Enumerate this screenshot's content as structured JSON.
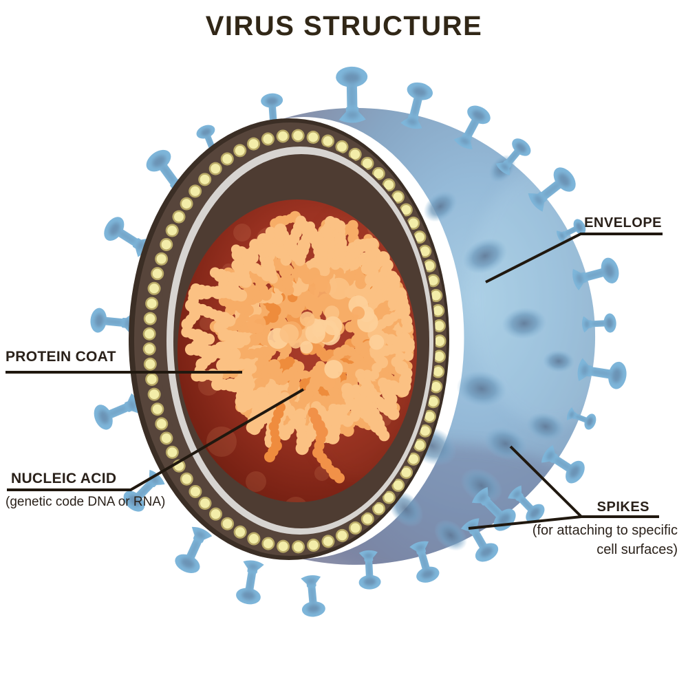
{
  "title": "VIRUS STRUCTURE",
  "labels": {
    "envelope": "ENVELOPE",
    "protein_coat": "PROTEIN COAT",
    "nucleic_acid": "NUCLEIC ACID",
    "nucleic_acid_note": "(genetic code DNA or RNA)",
    "spikes": "SPIKES",
    "spikes_note_line1": "(for attaching to specific",
    "spikes_note_line2": "cell surfaces)"
  },
  "colors": {
    "background": "#ffffff",
    "title_text": "#312717",
    "label_text": "#2a211a",
    "leader_line": "#20180f",
    "envelope_blue": "#8fb2d2",
    "spike_blue": "#7eb6da",
    "spike_shadow_blue": "#5f7b9c",
    "membrane_brown": "#57453b",
    "membrane_edge_brown": "#3b2e25",
    "bead_yellow": "#f3eda9",
    "bead_edge_khaki": "#b9aa67",
    "inner_lining_gray": "#d7d4d1",
    "capsid_brown": "#4e3c32",
    "core_red": "#9c3322",
    "core_red_dark": "#5e190c",
    "nucleic_acid_orange": "#f29a4f"
  }
}
